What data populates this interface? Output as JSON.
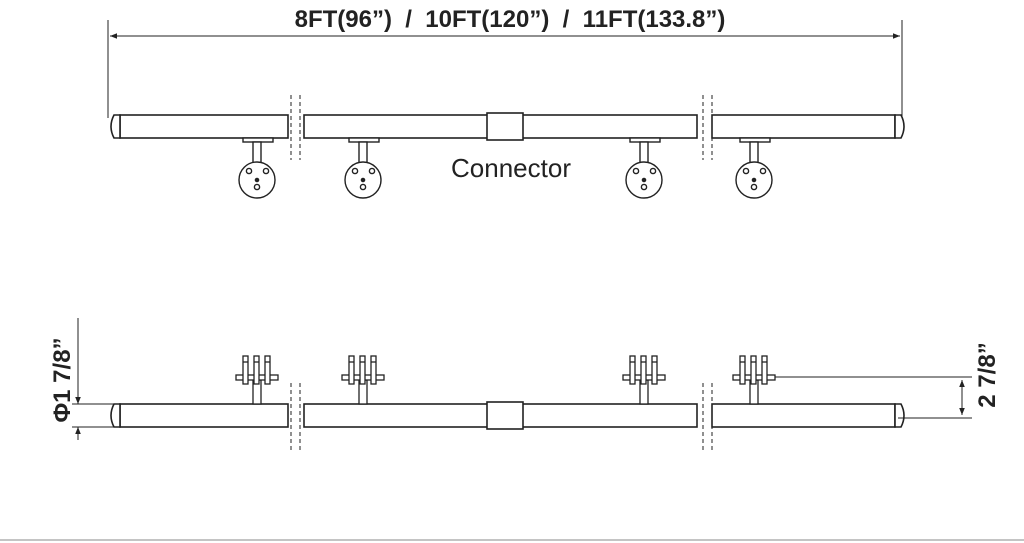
{
  "top_dimension": "8FT(96”)  /  10FT(120”)  /  11FT(133.8”)",
  "connector_label": "Connector",
  "diameter_label": "Φ1 7/8”",
  "height_label": "2 7/8”",
  "colors": {
    "line": "#222222",
    "background": "#ffffff"
  }
}
